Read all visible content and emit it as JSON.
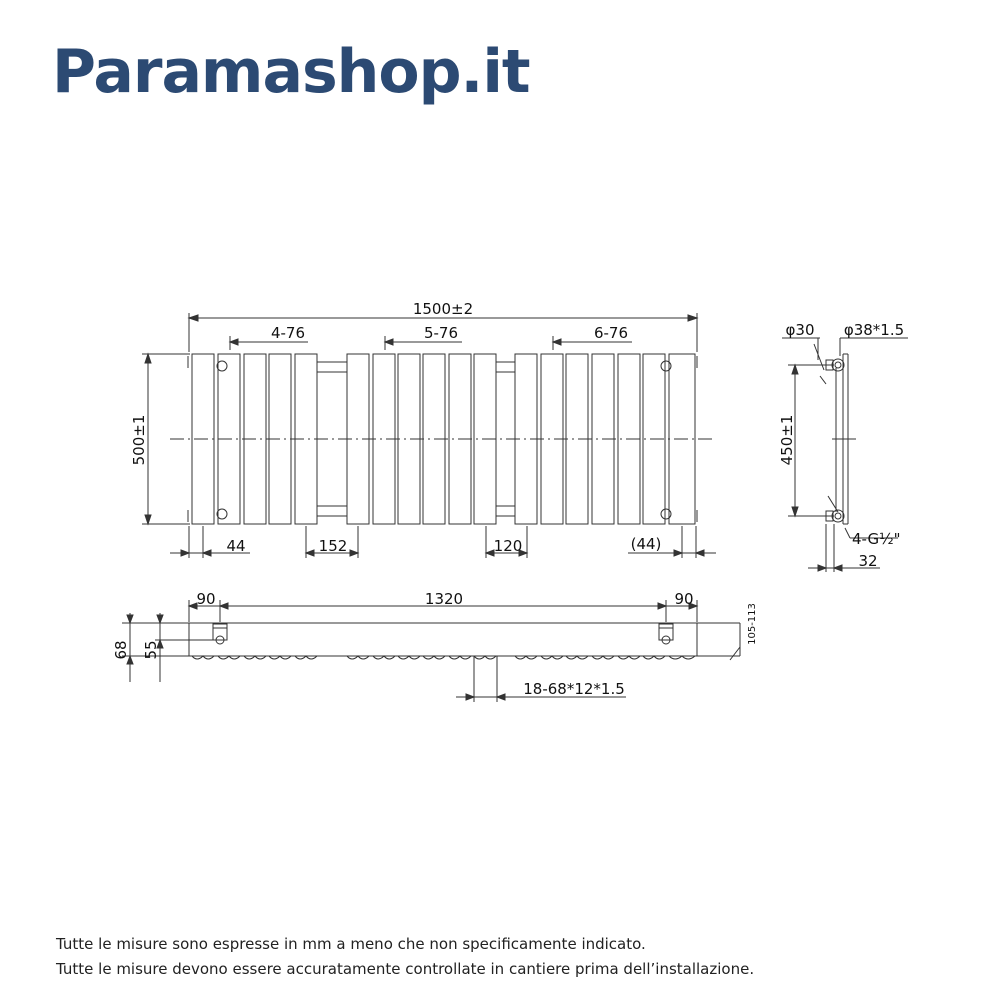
{
  "brand": {
    "name": "Paramashop.it",
    "color": "#2c4a73"
  },
  "front_view": {
    "width_label": "1500±2",
    "height_label": "500±1",
    "group_labels": [
      "4-76",
      "5-76",
      "6-76"
    ],
    "bottom_labels": [
      "44",
      "152",
      "120",
      "(44)"
    ]
  },
  "side_view": {
    "pipe_dia_label": "φ30",
    "bracket_label": "φ38*1.5",
    "height_label": "450±1",
    "connection_label": "4-G½\"",
    "depth_label": "32"
  },
  "top_view": {
    "left_offset_label": "90",
    "center_distance_label": "1320",
    "right_offset_label": "90",
    "wall_distance_label": "105-113",
    "depth_label": "68",
    "axis_label": "55",
    "tube_spec_label": "18-68*12*1.5"
  },
  "notes": [
    "Tutte le misure sono espresse in mm a meno che non specificamente indicato.",
    "Tutte le misure devono essere accuratamente controllate in cantiere prima dell’installazione."
  ]
}
